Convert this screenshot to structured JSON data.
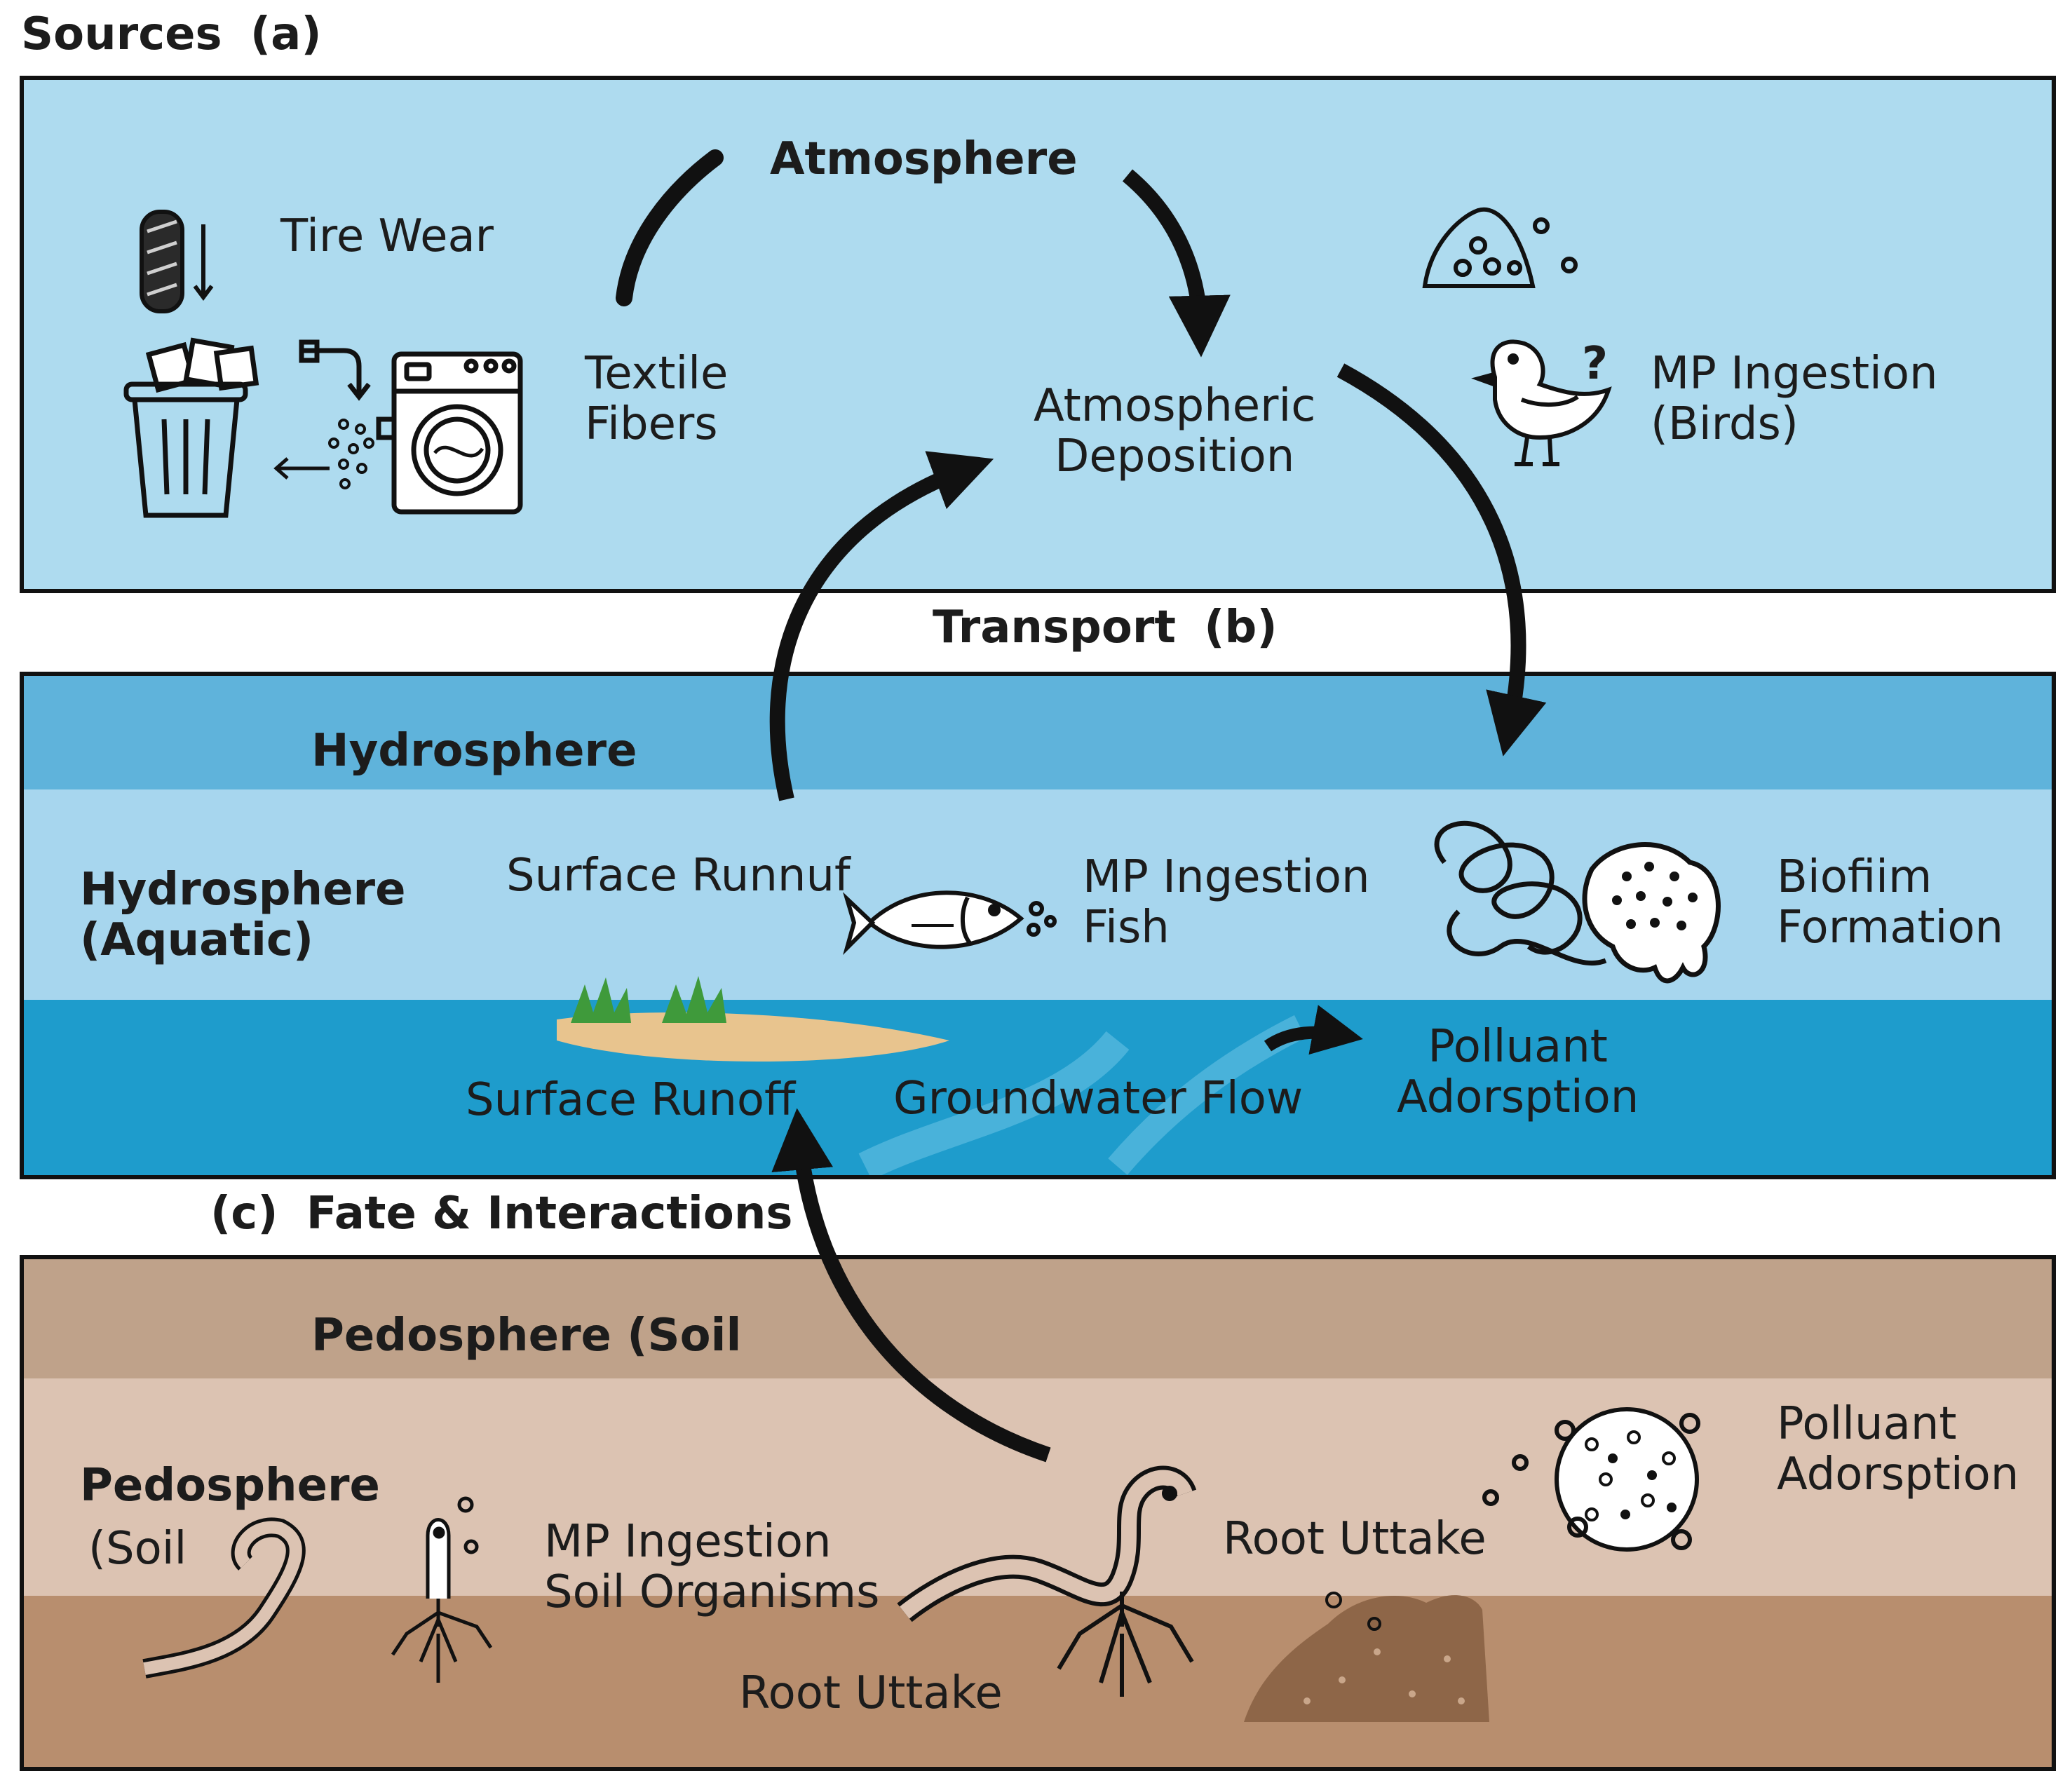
{
  "section_labels": {
    "sources": "Sources",
    "sources_letter": "(a)",
    "transport": "Transport",
    "transport_letter": "(b)",
    "fate_letter": "(c)",
    "fate": "Fate & Interactions"
  },
  "atmosphere_panel": {
    "title": "Atmosphere",
    "tire_wear": "Tire Wear",
    "textile_fibers": [
      "Textile",
      "Fibers"
    ],
    "atmospheric_deposition": [
      "Atmospheric",
      "Deposition"
    ],
    "mp_ingestion_birds": [
      "MP Ingestion",
      "(Birds)"
    ],
    "question_mark": "?"
  },
  "hydrosphere_panel": {
    "band_title": "Hydrosphere",
    "side_title": [
      "Hydrosphere",
      "(Aquatic)"
    ],
    "surface_runoff_top": "Surface Runnuf",
    "mp_ingestion_fish": [
      "MP Ingestion",
      "Fish"
    ],
    "biofilm_formation": [
      "Biofiim",
      "Formation"
    ],
    "surface_runoff_bottom": "Surface Runoff",
    "groundwater_flow": "Groundwater Flow",
    "pollutant_adsorption": [
      "Polluant",
      "Adorsption"
    ]
  },
  "pedosphere_panel": {
    "band_title": "Pedosphere (Soil",
    "side_title": [
      "Pedosphere",
      "(Soil"
    ],
    "mp_ingestion_soil": [
      "MP Ingestion",
      "Soil Organisms"
    ],
    "root_uptake_mid": "Root Uttake",
    "root_uptake_bottom": "Root Uttake",
    "pollutant_adsorption": [
      "Polluant",
      "Adorsption"
    ]
  },
  "colors": {
    "atmosphere_bg": "#aedbef",
    "hydro_top_band": "#5fb3db",
    "hydro_mid": "#a7d6ee",
    "hydro_water": "#1e9ccc",
    "sand": "#e8c48e",
    "grass": "#3f9a3b",
    "soil_top_band": "#bfa28a",
    "soil_mid": "#dcc3b2",
    "soil_deep": "#b88e6e",
    "soil_mound": "#8e6648",
    "arrow": "#111111"
  }
}
